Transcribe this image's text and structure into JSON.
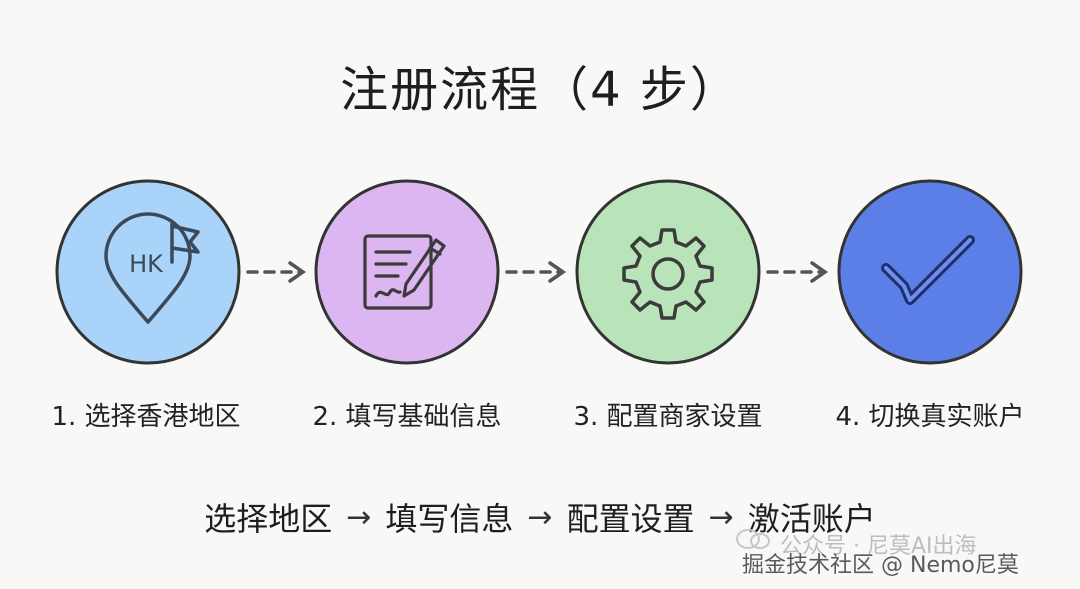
{
  "title": "注册流程（4 步）",
  "steps": [
    {
      "label": "1. 选择香港地区",
      "icon": "hk-location-pin-flag-icon",
      "color": "#a9d3f8",
      "icon_text": "HK"
    },
    {
      "label": "2. 填写基础信息",
      "icon": "document-pencil-icon",
      "color": "#dcb6f1"
    },
    {
      "label": "3. 配置商家设置",
      "icon": "gear-icon",
      "color": "#b9e3b8"
    },
    {
      "label": "4. 切换真实账户",
      "icon": "checkmark-icon",
      "color": "#5b7fe6"
    }
  ],
  "summary": {
    "items": [
      "选择地区",
      "填写信息",
      "配置设置",
      "激活账户"
    ],
    "arrow": "→"
  },
  "watermark": {
    "line1": "公众号 · 尼莫AI出海",
    "line2": "掘金技术社区 @ Nemo尼莫"
  }
}
